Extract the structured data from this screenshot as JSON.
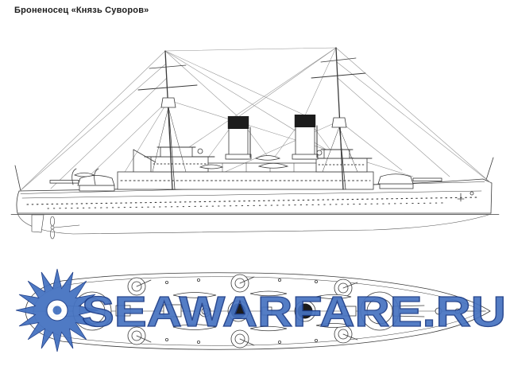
{
  "header": {
    "title": "Броненосец «Князь Суворов»"
  },
  "watermark": {
    "text": "SEAWARFARE.RU"
  },
  "diagram": {
    "subject": "battleship-knyaz-suvorov-technical-drawing",
    "views": {
      "side": "side-elevation",
      "plan": "deck-plan"
    },
    "colors": {
      "line": "#3a3a3a",
      "funnel_cap": "#1c1c1c",
      "watermark_fill": "#4673c1",
      "watermark_outline": "#1a3a86",
      "background": "#ffffff"
    }
  }
}
